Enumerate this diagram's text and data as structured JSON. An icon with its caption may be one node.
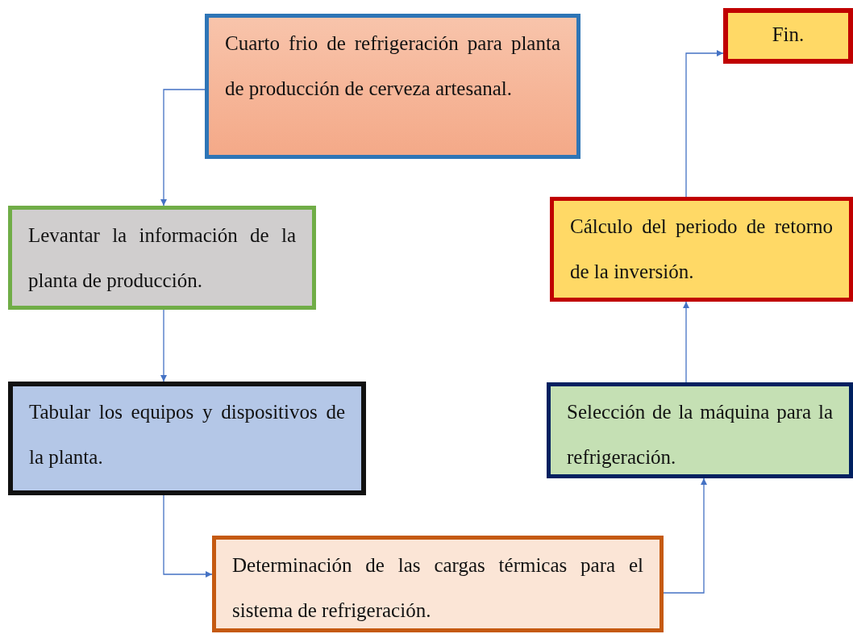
{
  "diagram": {
    "nodes": [
      {
        "text": [
          "Cuarto frio de refrigeración para planta de producción de cerveza artesanal."
        ]
      },
      {
        "text": [
          "Levantar la información de la planta de producción."
        ]
      },
      {
        "text": [
          "Tabular los equipos y dispositivos de la planta."
        ]
      },
      {
        "text": [
          "Determinación de las cargas térmicas para el sistema de refrigeración."
        ]
      },
      {
        "text": [
          "Selección de la máquina para la refrigeración."
        ]
      },
      {
        "text": [
          "Cálculo del periodo de retorno de la inversión."
        ]
      },
      {
        "text": [
          "Fin."
        ]
      }
    ],
    "edges": [
      {
        "from": 0,
        "to": 1,
        "arrow": "to"
      },
      {
        "from": 1,
        "to": 2,
        "arrow": "to"
      },
      {
        "from": 2,
        "to": 3,
        "arrow": "to"
      },
      {
        "from": 3,
        "to": 4,
        "arrow": "to"
      },
      {
        "from": 4,
        "to": 5,
        "arrow": "to"
      },
      {
        "from": 5,
        "to": 6,
        "arrow": "to"
      }
    ]
  }
}
